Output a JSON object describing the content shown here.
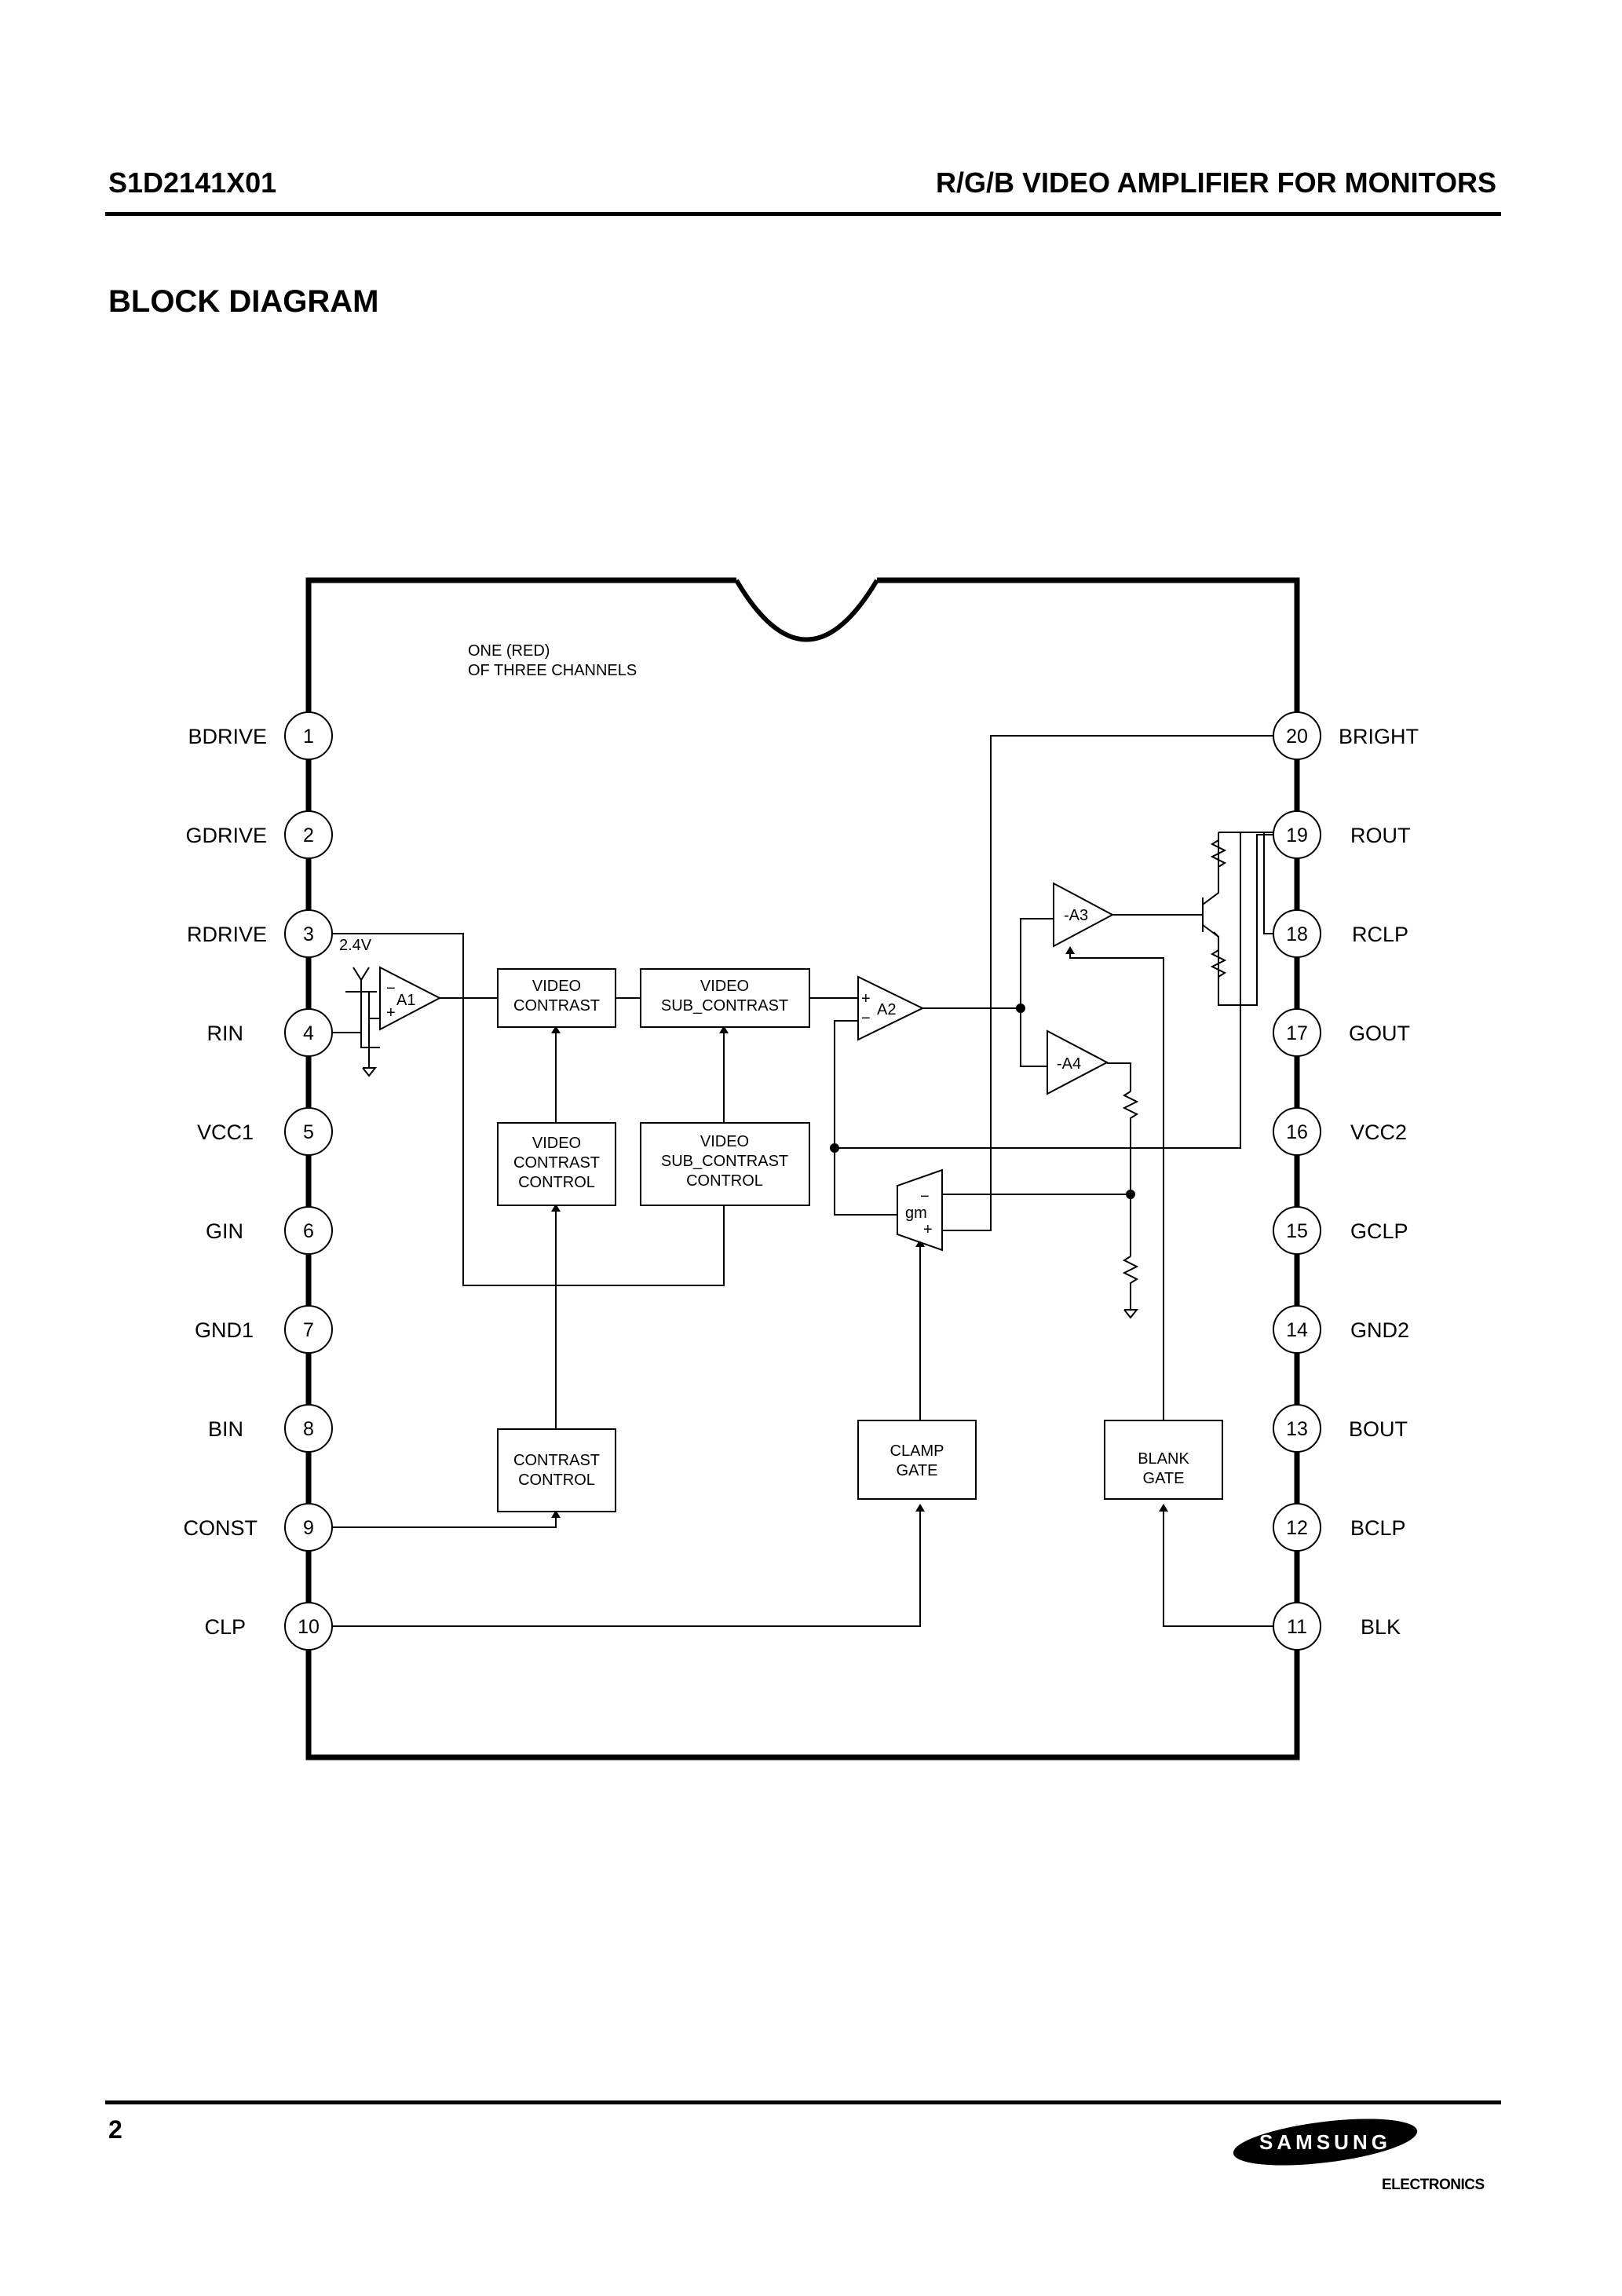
{
  "header": {
    "part_number": "S1D2141X01",
    "title": "R/G/B VIDEO AMPLIFIER FOR MONITORS"
  },
  "section_title": "BLOCK DIAGRAM",
  "page_number": "2",
  "diagram": {
    "channel_note_line1": "ONE (RED)",
    "channel_note_line2": "OF THREE CHANNELS",
    "reference_voltage": "2.4V",
    "pins_left": [
      {
        "num": "1",
        "name": "BDRIVE"
      },
      {
        "num": "2",
        "name": "GDRIVE"
      },
      {
        "num": "3",
        "name": "RDRIVE"
      },
      {
        "num": "4",
        "name": "RIN"
      },
      {
        "num": "5",
        "name": "VCC1"
      },
      {
        "num": "6",
        "name": "GIN"
      },
      {
        "num": "7",
        "name": "GND1"
      },
      {
        "num": "8",
        "name": "BIN"
      },
      {
        "num": "9",
        "name": "CONST"
      },
      {
        "num": "10",
        "name": "CLP"
      }
    ],
    "pins_right": [
      {
        "num": "20",
        "name": "BRIGHT"
      },
      {
        "num": "19",
        "name": "ROUT"
      },
      {
        "num": "18",
        "name": "RCLP"
      },
      {
        "num": "17",
        "name": "GOUT"
      },
      {
        "num": "16",
        "name": "VCC2"
      },
      {
        "num": "15",
        "name": "GCLP"
      },
      {
        "num": "14",
        "name": "GND2"
      },
      {
        "num": "13",
        "name": "BOUT"
      },
      {
        "num": "12",
        "name": "BCLP"
      },
      {
        "num": "11",
        "name": "BLK"
      }
    ],
    "blocks": {
      "video_contrast": [
        "VIDEO",
        "CONTRAST"
      ],
      "video_sub_contrast": [
        "VIDEO",
        "SUB_CONTRAST"
      ],
      "video_contrast_control": [
        "VIDEO",
        "CONTRAST",
        "CONTROL"
      ],
      "video_sub_contrast_control": [
        "VIDEO",
        "SUB_CONTRAST",
        "CONTROL"
      ],
      "contrast_control": [
        "CONTRAST",
        "CONTROL"
      ],
      "clamp_gate": [
        "CLAMP",
        "GATE"
      ],
      "blank_gate": [
        "BLANK",
        "GATE"
      ]
    },
    "amplifiers": {
      "a1": "A1",
      "a2": "A2",
      "a3": "-A3",
      "a4": "-A4",
      "gm": "gm"
    },
    "signs": {
      "minus": "−",
      "plus": "+"
    }
  },
  "logo": {
    "brand": "SAMSUNG",
    "subtitle": "ELECTRONICS",
    "color": "#000000"
  }
}
